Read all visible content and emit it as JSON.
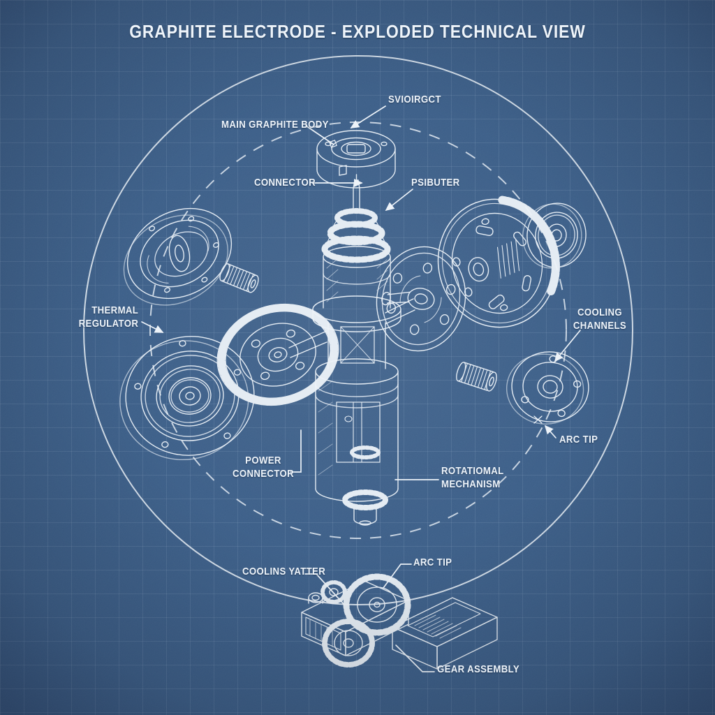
{
  "title": "GRAPHITE ELECTRODE - EXPLODED TECHNICAL VIEW",
  "colors": {
    "background": "#3b5e88",
    "grid_line": "#d6e6f61a",
    "drawing_line": "#edf3f9",
    "text": "#eef4fa"
  },
  "labels": {
    "svioirgct": "SVIOIRGCT",
    "main_graphite_body": "MAIN GRAPHITE BODY",
    "connector": "CONNECTOR",
    "psibuter": "PSIBUTER",
    "thermal_regulator": "THERMAL\nREGULATOR",
    "cooling_channels": "COOLING\nCHANNELS",
    "power_connector": "POWER\nCONNECTOR",
    "rotational_mechanism": "ROTATIOMAL\nMECHANISM",
    "arc_tip_right": "ARC TIP",
    "coolins_yatter": "COOLINS YATTER",
    "arc_tip_bottom": "ARC TIP",
    "gear_assembly": "GEAR ASSEMBLY"
  }
}
